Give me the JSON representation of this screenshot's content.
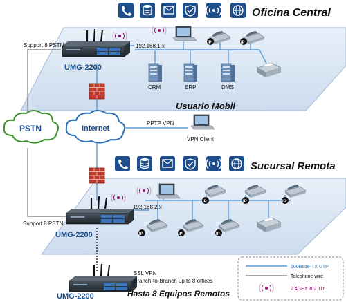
{
  "colors": {
    "platform": "#dfe9f5",
    "platform_edge": "#a9c0dc",
    "icon_blue": "#1f4e8c",
    "utp_line": "#5b9bd5",
    "phone_wire": "#8c8c8c",
    "cloud": "#2e6fb8",
    "pstn_cloud": "#3a8f2a",
    "firewall": "#c0392b",
    "wifi_label": "#8b1a6b",
    "utp_label": "#2f75b5"
  },
  "central": {
    "title": "Oficina Central",
    "subnet": "192.168.1.x",
    "pstn_label": "Support 8 PSTN",
    "device": "UMG-2200",
    "servers": [
      "CRM",
      "ERP",
      "DMS"
    ],
    "icons": [
      "phone-icon",
      "database-icon",
      "mail-icon",
      "shield-icon",
      "wifi-icon",
      "globe-icon"
    ]
  },
  "mobile": {
    "title": "Usuario Mobil",
    "pptp": "PPTP VPN",
    "client": "VPN Client"
  },
  "clouds": {
    "pstn": "PSTN",
    "internet": "Internet"
  },
  "remote": {
    "title": "Sucursal Remota",
    "subnet": "192.168.2.x",
    "pstn_label": "Support 8 PSTN",
    "device": "UMG-2200",
    "icons": [
      "phone-icon",
      "database-icon",
      "mail-icon",
      "shield-icon",
      "wifi-icon",
      "globe-icon"
    ]
  },
  "branch": {
    "device": "UMG-2200",
    "ssl": "SSL VPN",
    "b2b": "Branch-to-Branch up to 8 offices",
    "caption": "Hasta 8 Equipos Remotos"
  },
  "legend": {
    "utp": "100Base-TX UTP",
    "tel": "Telephone wire",
    "wifi": "2.4GHz 802.11n"
  },
  "ip_badge": "IP"
}
